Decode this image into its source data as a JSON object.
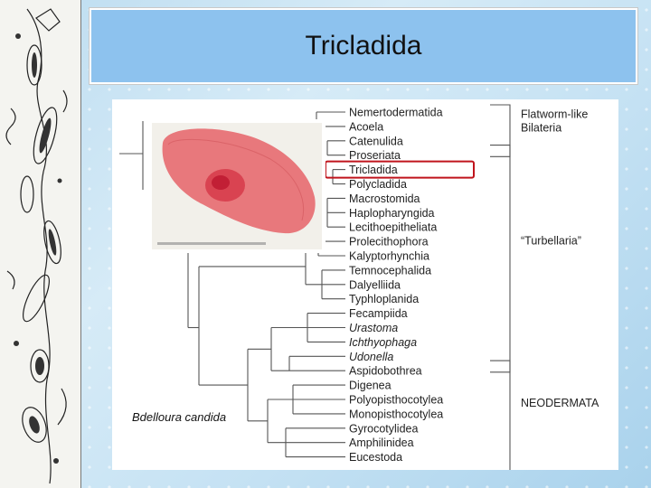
{
  "slide": {
    "title": "Tricladida",
    "photo_caption": "Bdelloura candida",
    "highlighted_taxon": "Tricladida",
    "highlight_color": "#c0141c",
    "background_color": "#c4e1f3",
    "title_bar_color": "#8dc2ee",
    "specimen_color": "#e8787c"
  },
  "phylogeny": {
    "taxa": [
      {
        "name": "Nemertodermatida",
        "italic": false
      },
      {
        "name": "Acoela",
        "italic": false
      },
      {
        "name": "Catenulida",
        "italic": false
      },
      {
        "name": "Proseriata",
        "italic": false
      },
      {
        "name": "Tricladida",
        "italic": false
      },
      {
        "name": "Polycladida",
        "italic": false
      },
      {
        "name": "Macrostomida",
        "italic": false
      },
      {
        "name": "Haplopharyngida",
        "italic": false
      },
      {
        "name": "Lecithoepitheliata",
        "italic": false
      },
      {
        "name": "Prolecithophora",
        "italic": false
      },
      {
        "name": "Kalyptorhynchia",
        "italic": false
      },
      {
        "name": "Temnocephalida",
        "italic": false
      },
      {
        "name": "Dalyelliida",
        "italic": false
      },
      {
        "name": "Typhloplanida",
        "italic": false
      },
      {
        "name": "Fecampiida",
        "italic": false
      },
      {
        "name": "Urastoma",
        "italic": true
      },
      {
        "name": "Ichthyophaga",
        "italic": true
      },
      {
        "name": "Udonella",
        "italic": true
      },
      {
        "name": "Aspidobothrea",
        "italic": false
      },
      {
        "name": "Digenea",
        "italic": false
      },
      {
        "name": "Polyopisthocotylea",
        "italic": false
      },
      {
        "name": "Monopisthocotylea",
        "italic": false
      },
      {
        "name": "Gyrocotylidea",
        "italic": false
      },
      {
        "name": "Amphilinidea",
        "italic": false
      },
      {
        "name": "Eucestoda",
        "italic": false
      }
    ],
    "groups": [
      {
        "lines": [
          "Flatworm-like",
          "Bilateria"
        ]
      },
      {
        "lines": [
          "“Turbellaria”"
        ]
      },
      {
        "lines": [
          "NEODERMATA"
        ]
      }
    ]
  }
}
